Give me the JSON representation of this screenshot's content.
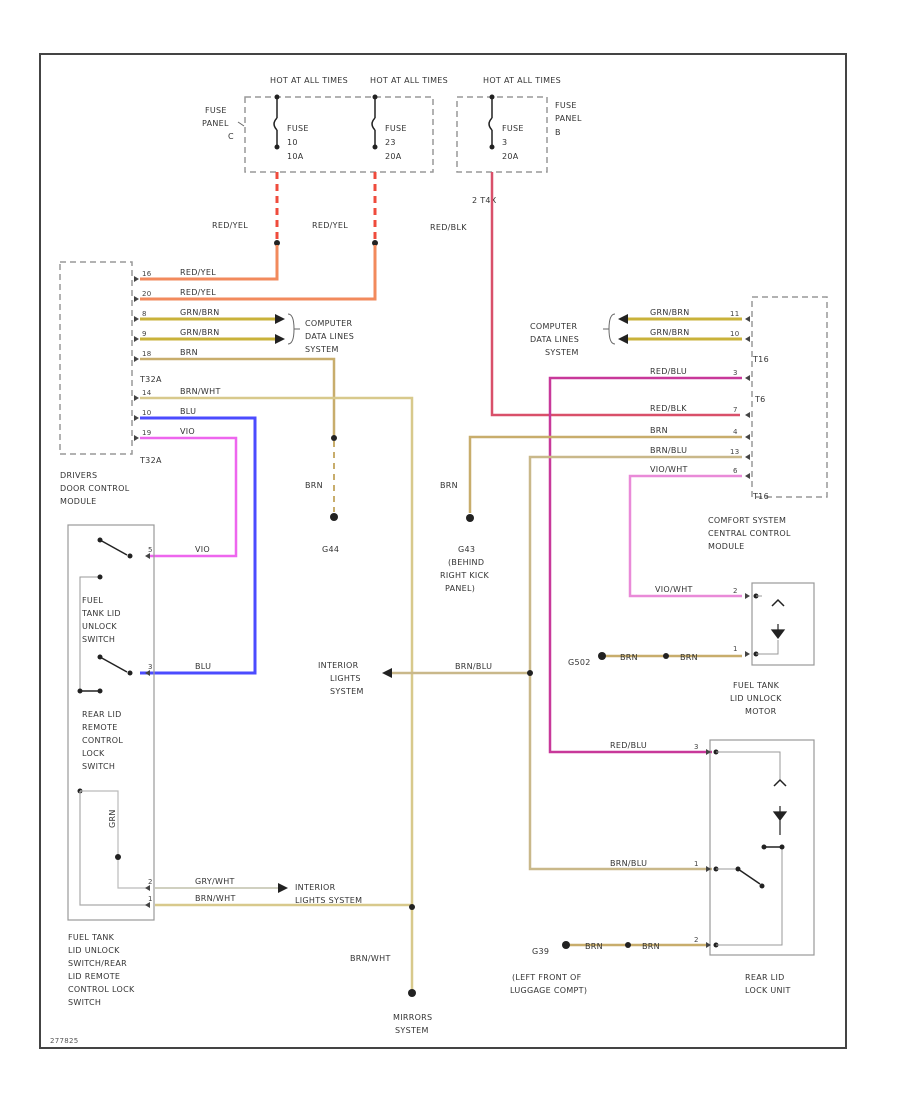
{
  "colors": {
    "frame": "#444444",
    "box_dash": "#999999",
    "redyel": "#f28a5c",
    "redyel_fuse": "#ef4b3c",
    "redblk": "#d9506a",
    "grnbrn": "#c9b23a",
    "brn": "#c8ad6c",
    "brnwht": "#d8c98c",
    "blu": "#4b4bff",
    "vio": "#ee66ee",
    "redblu": "#c8389a",
    "violwht": "#e98ad8"
  },
  "fuses": {
    "hot1": "HOT AT ALL TIMES",
    "hot2": "HOT AT ALL TIMES",
    "hot3": "HOT AT ALL TIMES",
    "panel_c": [
      "FUSE",
      "PANEL",
      "C"
    ],
    "panel_b": [
      "FUSE",
      "PANEL",
      "B"
    ],
    "fuse1": [
      "FUSE",
      "10",
      "10A"
    ],
    "fuse2": [
      "FUSE",
      "23",
      "20A"
    ],
    "fuse3": [
      "FUSE",
      "3",
      "20A"
    ],
    "t4x": "2  T4X"
  },
  "wires": {
    "redyel_a": "RED/YEL",
    "redyel_b": "RED/YEL",
    "redblk": "RED/BLK",
    "m_redyel1": "RED/YEL",
    "m_redyel2": "RED/YEL",
    "m_grnbrn1": "GRN/BRN",
    "m_grnbrn2": "GRN/BRN",
    "m_brn": "BRN",
    "m_brnwht": "BRN/WHT",
    "m_blu": "BLU",
    "m_vio": "VIO",
    "c_grnbrn1": "GRN/BRN",
    "c_grnbrn2": "GRN/BRN",
    "c_redblu1": "RED/BLU",
    "c_redblk": "RED/BLK",
    "c_brn": "BRN",
    "c_brnblu": "BRN/BLU",
    "c_violwht": "VIO/WHT",
    "brn_g44": "BRN",
    "brn_g43": "BRN",
    "vio_sw": "VIO",
    "blu_sw": "BLU",
    "brnblu_int": "BRN/BLU",
    "violwht_motor": "VIO/WHT",
    "brn_g502_a": "BRN",
    "brn_g502_b": "BRN",
    "redblu2": "RED/BLU",
    "brnblu_lock": "BRN/BLU",
    "grywht": "GRY/WHT",
    "brnwht2": "BRN/WHT",
    "brnwht_v": "BRN/WHT",
    "brn_g39_a": "BRN",
    "brn_g39_b": "BRN",
    "grn_sw": "GRN"
  },
  "pins": {
    "m1": "16",
    "m2": "20",
    "m3": "8",
    "m4": "9",
    "m5": "18",
    "m6": "14",
    "m7": "10",
    "m8": "19",
    "c1": "11",
    "c2": "10",
    "c3": "3",
    "c4": "7",
    "c5": "4",
    "c6": "13",
    "c7": "6",
    "s1": "5",
    "s2": "3",
    "s3": "2",
    "s4": "1",
    "mo1": "2",
    "mo2": "1",
    "l1": "3",
    "l2": "1",
    "l3": "2"
  },
  "labels": {
    "t32a_1": "T32A",
    "t32a_2": "T32A",
    "t16_1": "T16",
    "t6": "T6",
    "t16_2": "T16",
    "comp_data_left": [
      "COMPUTER",
      "DATA LINES",
      "SYSTEM"
    ],
    "comp_data_right": [
      "COMPUTER",
      "DATA LINES",
      "SYSTEM"
    ],
    "drivers_module": [
      "DRIVERS",
      "DOOR CONTROL",
      "MODULE"
    ],
    "comfort_module": [
      "COMFORT SYSTEM",
      "CENTRAL CONTROL",
      "MODULE"
    ],
    "g44": "G44",
    "g43": [
      "G43",
      "(BEHIND",
      "RIGHT KICK",
      "PANEL)"
    ],
    "fuel_tank_switch": [
      "FUEL",
      "TANK LID",
      "UNLOCK",
      "SWITCH"
    ],
    "rear_lid_switch": [
      "REAR LID",
      "REMOTE",
      "CONTROL",
      "LOCK",
      "SWITCH"
    ],
    "fuel_tank_combo": [
      "FUEL TANK",
      "LID UNLOCK",
      "SWITCH/REAR",
      "LID REMOTE",
      "CONTROL LOCK",
      "SWITCH"
    ],
    "interior_lights": [
      "INTERIOR",
      "LIGHTS",
      "SYSTEM"
    ],
    "interior_lights_2": [
      "INTERIOR",
      "LIGHTS SYSTEM"
    ],
    "g502": "G502",
    "fuel_tank_motor": [
      "FUEL TANK",
      "LID UNLOCK",
      "MOTOR"
    ],
    "rear_lid_lock": [
      "REAR LID",
      "LOCK UNIT"
    ],
    "g39": "G39",
    "g39_loc": [
      "(LEFT FRONT OF",
      "LUGGAGE COMPT)"
    ],
    "mirrors": [
      "MIRRORS",
      "SYSTEM"
    ],
    "ref": "277825"
  }
}
